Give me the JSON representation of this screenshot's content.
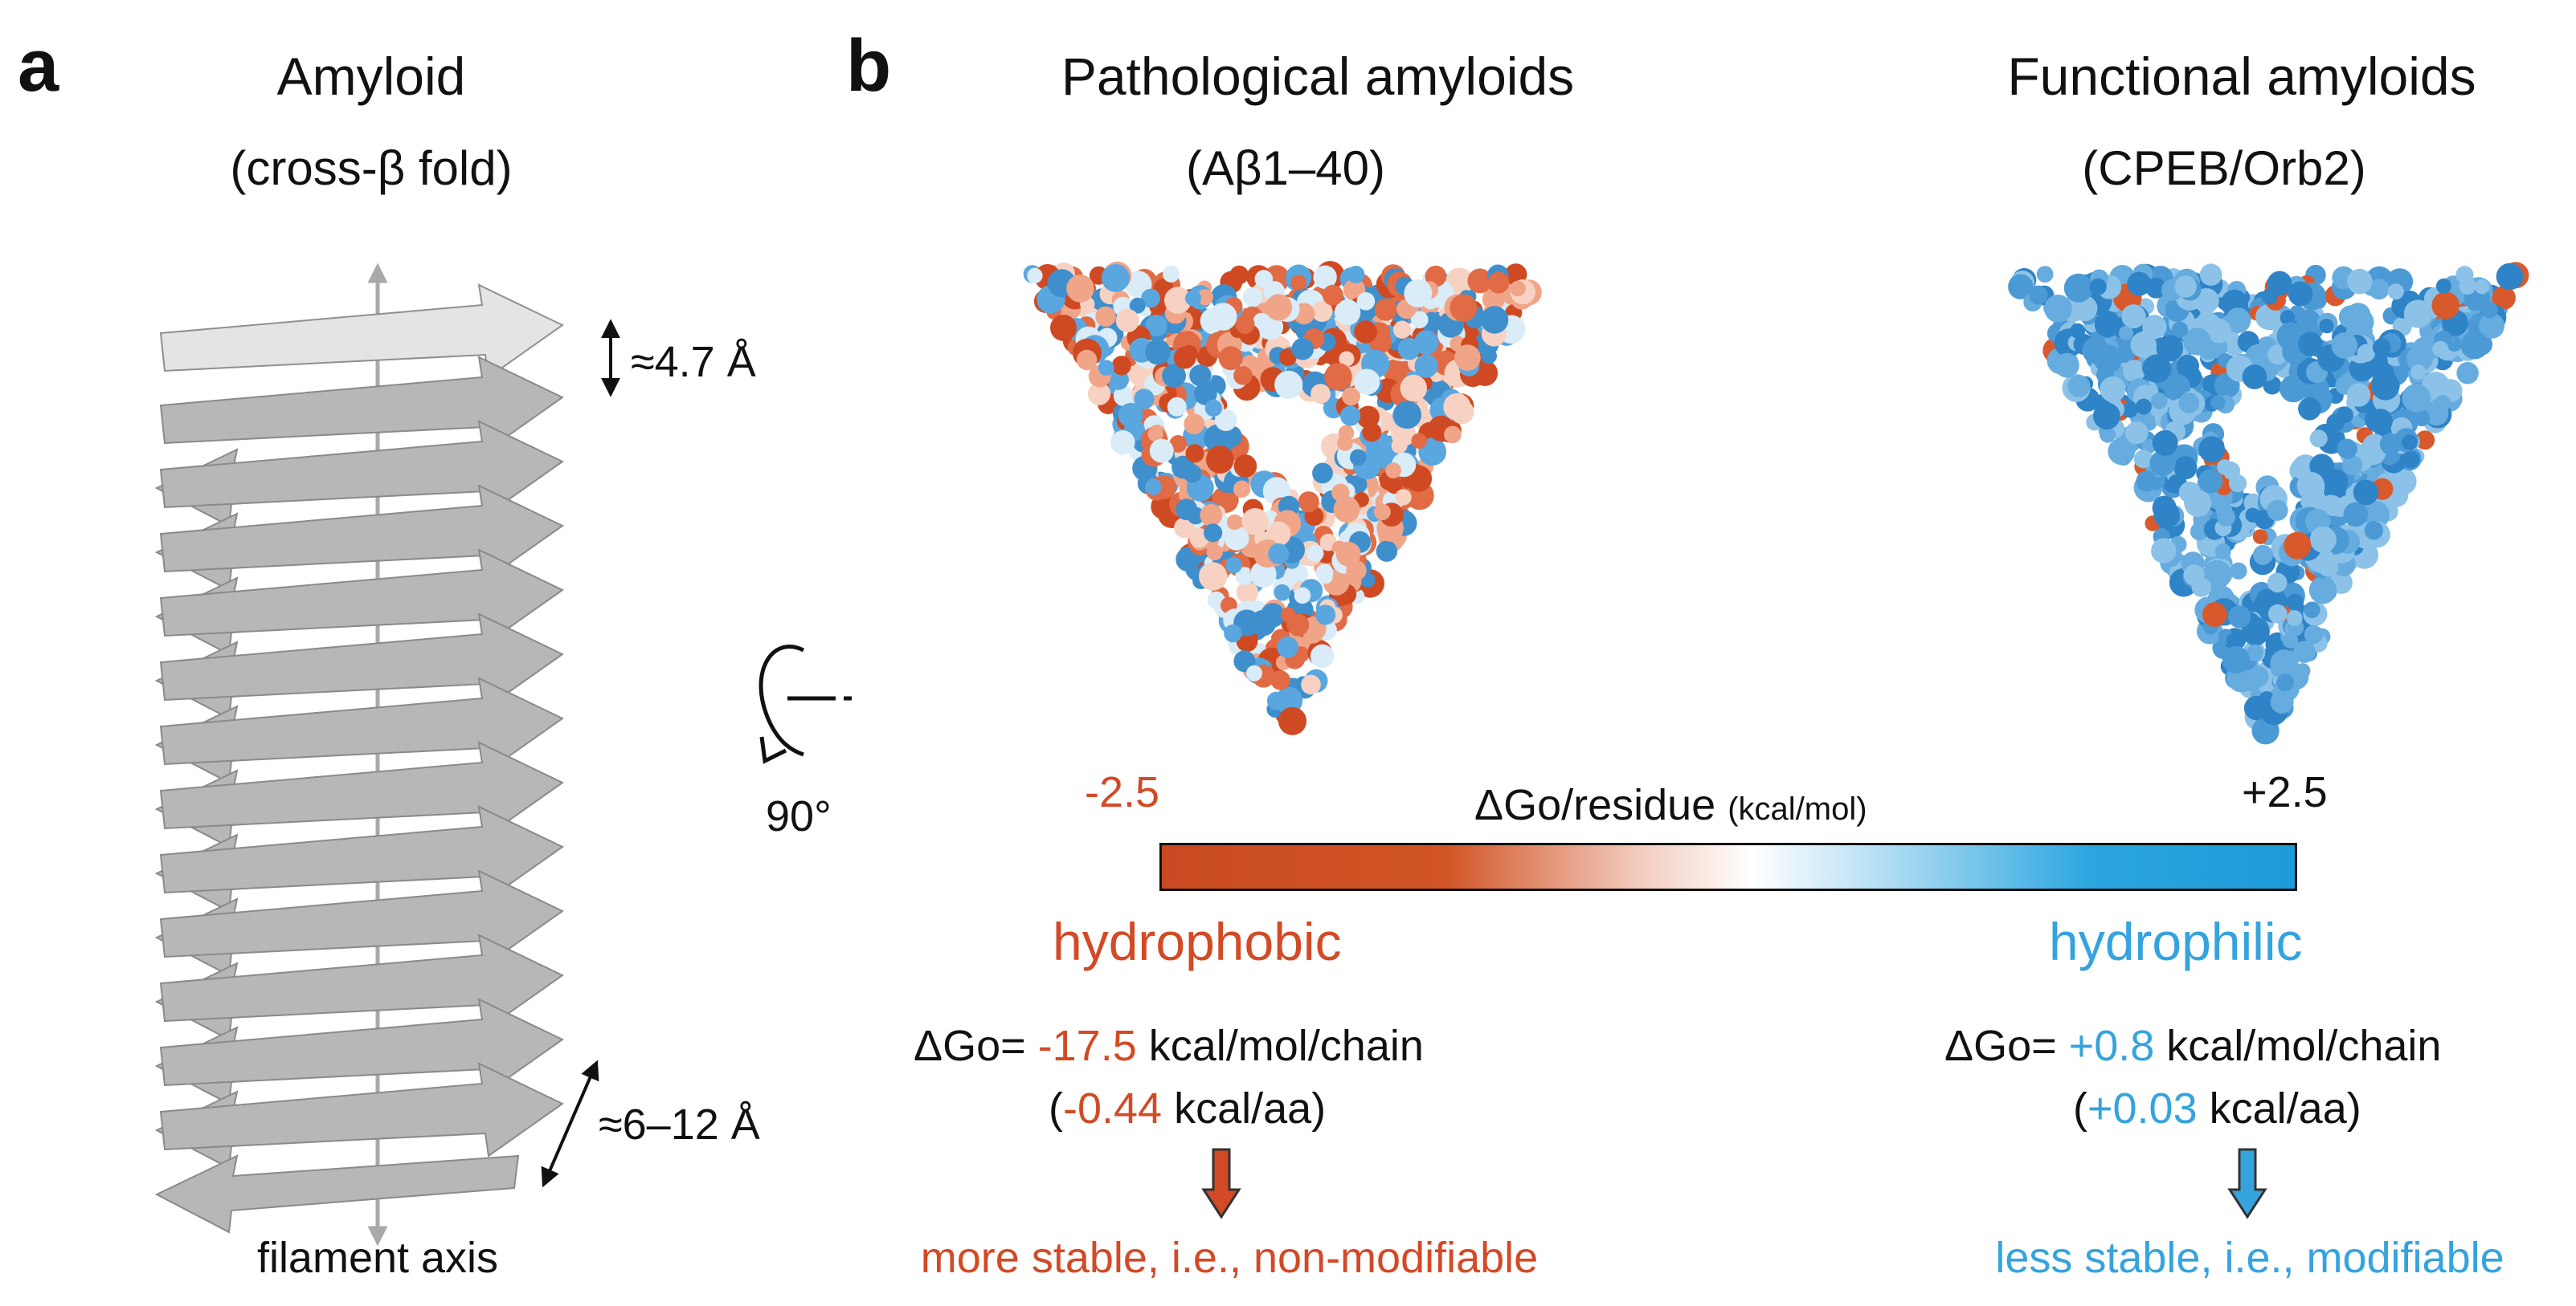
{
  "panel_a": {
    "letter": "a",
    "title": "Amyloid",
    "subtitle": "(cross-β fold)",
    "spacing_top": "≈4.7 Å",
    "spacing_bottom": "≈6–12 Å",
    "axis_label": "filament axis",
    "rotation_label": "90°"
  },
  "panel_b": {
    "letter": "b",
    "left_title": "Pathological amyloids",
    "left_subtitle": "(Aβ1–40)",
    "right_title": "Functional amyloids",
    "right_subtitle": "(CPEB/Orb2)",
    "scale": {
      "min_label": "-2.5",
      "max_label": "+2.5",
      "title_main": "ΔGo/residue",
      "title_units": "(kcal/mol)",
      "colors": [
        "#c94a22",
        "#d25526",
        "#f2cbbd",
        "#ffffff",
        "#bfe3f6",
        "#2ba6df",
        "#1d9ad9"
      ]
    },
    "left_class": "hydrophobic",
    "right_class": "hydrophilic",
    "left_energy": {
      "prefix": "ΔGo= ",
      "value": "-17.5",
      "unit": " kcal/mol/chain",
      "per_aa_open": "(",
      "per_aa_value": "-0.44",
      "per_aa_unit": " kcal/aa)"
    },
    "right_energy": {
      "prefix": "ΔGo= ",
      "value": "+0.8",
      "unit": " kcal/mol/chain",
      "per_aa_open": "(",
      "per_aa_value": "+0.03",
      "per_aa_unit": " kcal/aa)"
    },
    "left_conclusion": "more stable, i.e., non-modifiable",
    "right_conclusion": "less stable, i.e., modifiable",
    "colors": {
      "hydrophobic": "#d24a26",
      "hydrophilic": "#35a3dd"
    }
  }
}
